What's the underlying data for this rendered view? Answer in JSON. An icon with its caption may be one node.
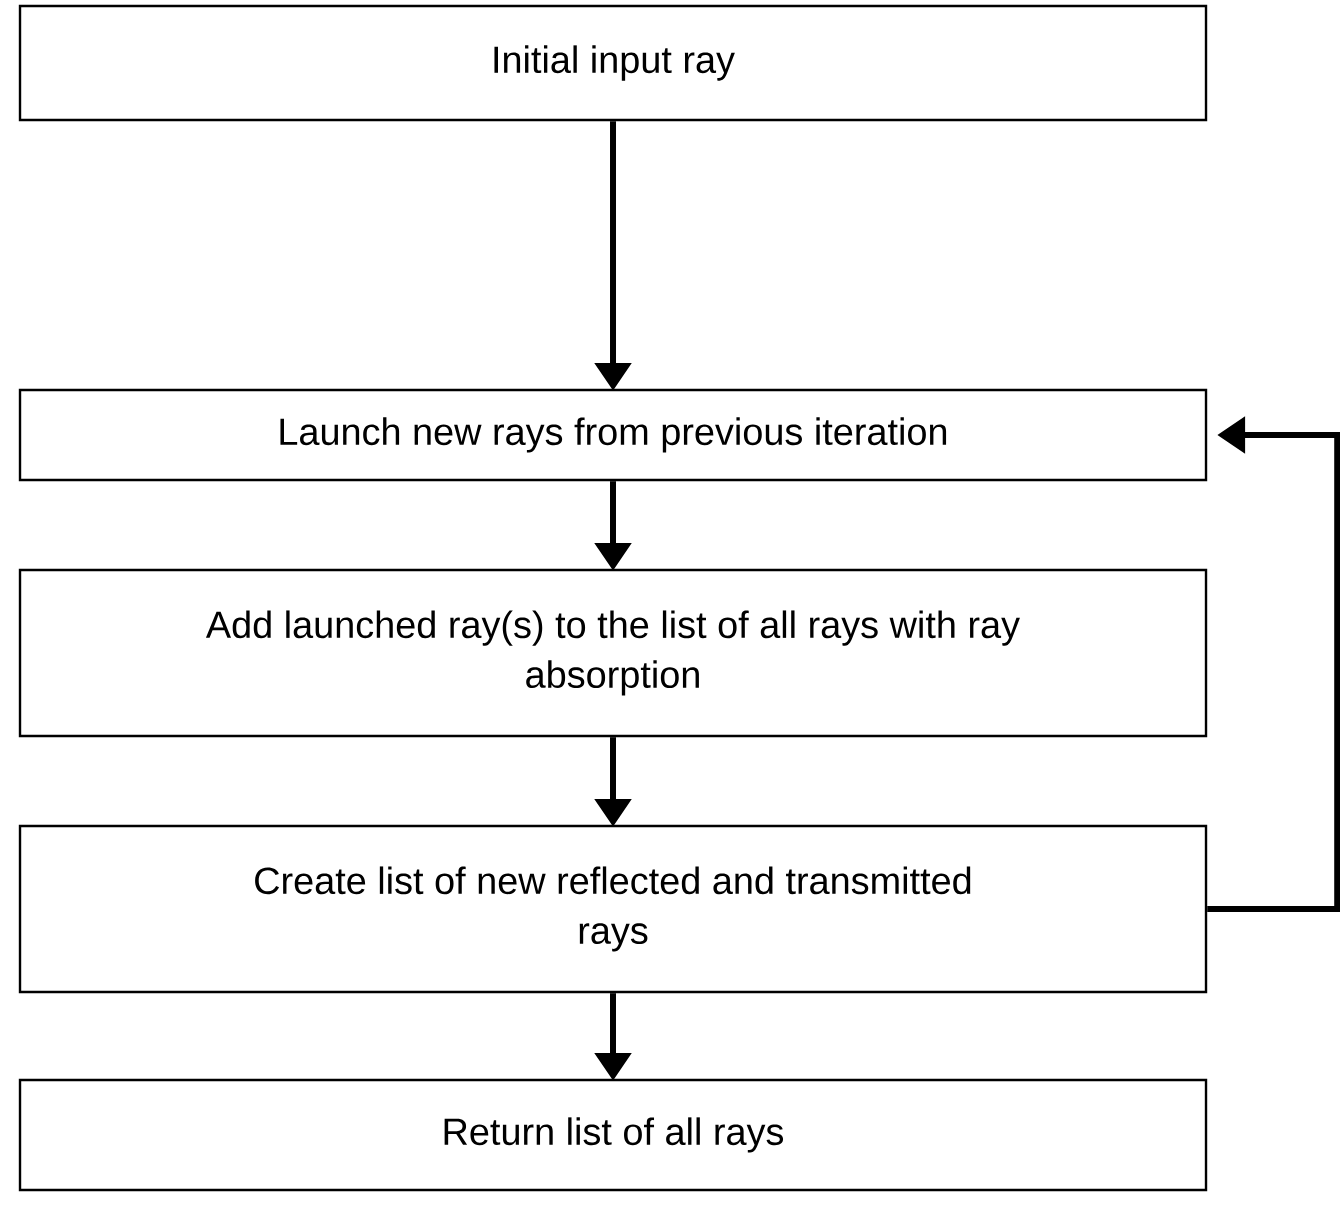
{
  "diagram": {
    "nodes": [
      {
        "text": [
          "Initial input ray"
        ]
      },
      {
        "text": [
          "Launch new rays from previous iteration"
        ]
      },
      {
        "text": [
          "Add launched ray(s) to the list of all rays with ray absorption"
        ]
      },
      {
        "text": [
          "Create list of new reflected and transmitted rays"
        ]
      },
      {
        "text": [
          "Return list of all rays"
        ]
      }
    ],
    "edges": [
      {
        "from": 0,
        "to": 1,
        "arrow": "to"
      },
      {
        "from": 1,
        "to": 2,
        "arrow": "to"
      },
      {
        "from": 2,
        "to": 3,
        "arrow": "to"
      },
      {
        "from": 3,
        "to": 4,
        "arrow": "to"
      },
      {
        "from": 3,
        "to": 1,
        "arrow": "to"
      }
    ]
  }
}
